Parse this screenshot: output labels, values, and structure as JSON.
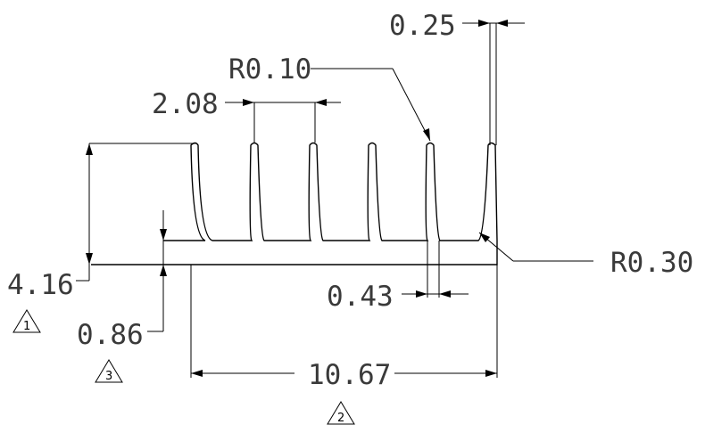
{
  "dimensions": {
    "fin_thickness_top": "0.25",
    "tip_radius": "R0.10",
    "fin_pitch": "2.08",
    "root_radius": "R0.30",
    "total_height": "4.16",
    "base_thickness": "0.86",
    "fin_thickness_base": "0.43",
    "total_width": "10.67"
  },
  "notes": {
    "note1": "1",
    "note2": "2",
    "note3": "3"
  }
}
